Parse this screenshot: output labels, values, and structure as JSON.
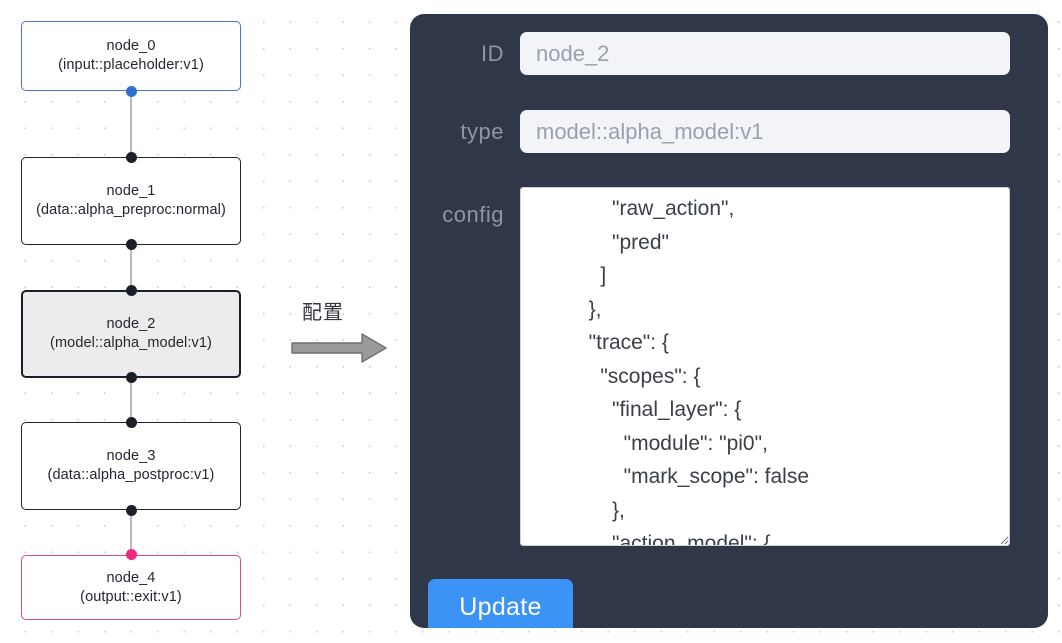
{
  "canvas": {
    "nodes": [
      {
        "id": "node_0",
        "label": "node_0\n(input::placeholder:v1)",
        "kind": "input",
        "selected": false
      },
      {
        "id": "node_1",
        "label": "node_1\n(data::alpha_preproc:normal)",
        "kind": "default",
        "selected": false
      },
      {
        "id": "node_2",
        "label": "node_2\n(model::alpha_model:v1)",
        "kind": "model",
        "selected": true
      },
      {
        "id": "node_3",
        "label": "node_3\n(data::alpha_postproc:v1)",
        "kind": "default",
        "selected": false
      },
      {
        "id": "node_4",
        "label": "node_4\n(output::exit:v1)",
        "kind": "output",
        "selected": false
      }
    ],
    "colors": {
      "input_border": "#4a76c9",
      "output_border": "#e04a92",
      "default_border": "#1f2430",
      "selected_fill": "#ececec",
      "edge": "#b9b9b9",
      "handle": "#1b2028",
      "handle_input": "#2f6fd0",
      "handle_output": "#ec2a82"
    }
  },
  "annotation": {
    "caption": "配置",
    "arrow_icon": "arrow-right-icon"
  },
  "inspector": {
    "panel_color": "#2f3749",
    "accent_color": "#3b94f5",
    "fields": {
      "id": {
        "label": "ID",
        "value": "node_2",
        "placeholder": "node id"
      },
      "type": {
        "label": "type",
        "value": "model::alpha_model:v1",
        "placeholder": "node type"
      },
      "config": {
        "label": "config",
        "value": "      \"raw_action\",\n      \"pred\"\n    ]\n  },\n  \"trace\": {\n    \"scopes\": {\n      \"final_layer\": {\n        \"module\": \"pi0\",\n        \"mark_scope\": false\n      },\n      \"action_model\": {",
        "placeholder": "config json"
      }
    },
    "update_button": {
      "label": "Update"
    }
  }
}
